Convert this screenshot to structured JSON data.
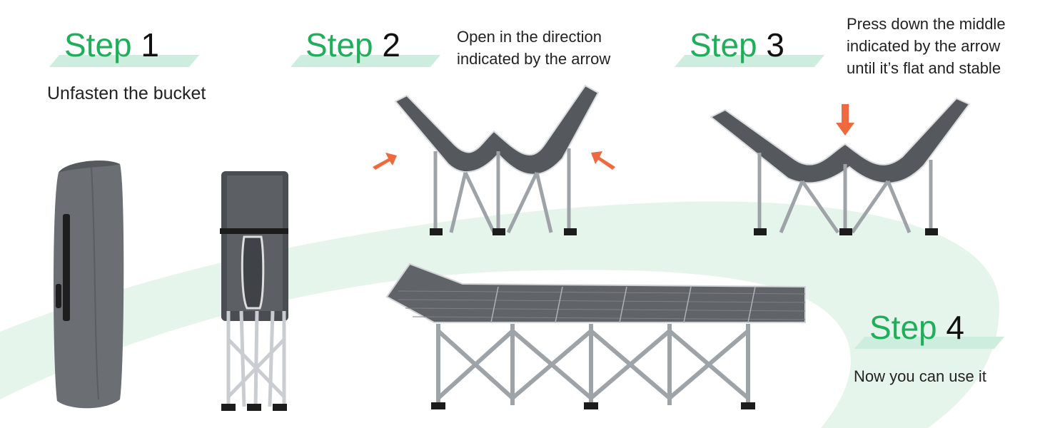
{
  "steps": [
    {
      "word": "Step",
      "number": "1",
      "caption": "Unfasten the bucket"
    },
    {
      "word": "Step",
      "number": "2",
      "caption_lines": [
        "Open in the direction",
        "indicated by the arrow"
      ]
    },
    {
      "word": "Step",
      "number": "3",
      "caption_lines": [
        "Press down the middle",
        "indicated by the arrow",
        "until it’s flat and stable"
      ]
    },
    {
      "word": "Step",
      "number": "4",
      "caption": "Now you can use it"
    }
  ],
  "colors": {
    "step_word": "#1fae5a",
    "band": "#cdeede",
    "swoosh": "#e6f5ec",
    "arrow": "#ee6a3e",
    "fabric": "#5a5d62",
    "frame": "#9ea3a8"
  },
  "images": [
    {
      "name": "carry-bag",
      "icon": "carry-bag-illustration"
    },
    {
      "name": "folded-cot",
      "icon": "folded-cot-illustration"
    },
    {
      "name": "half-open-cot-step2",
      "icon": "half-open-cot-illustration"
    },
    {
      "name": "half-open-cot-step3",
      "icon": "half-open-cot-illustration"
    },
    {
      "name": "open-cot",
      "icon": "open-cot-illustration"
    }
  ]
}
